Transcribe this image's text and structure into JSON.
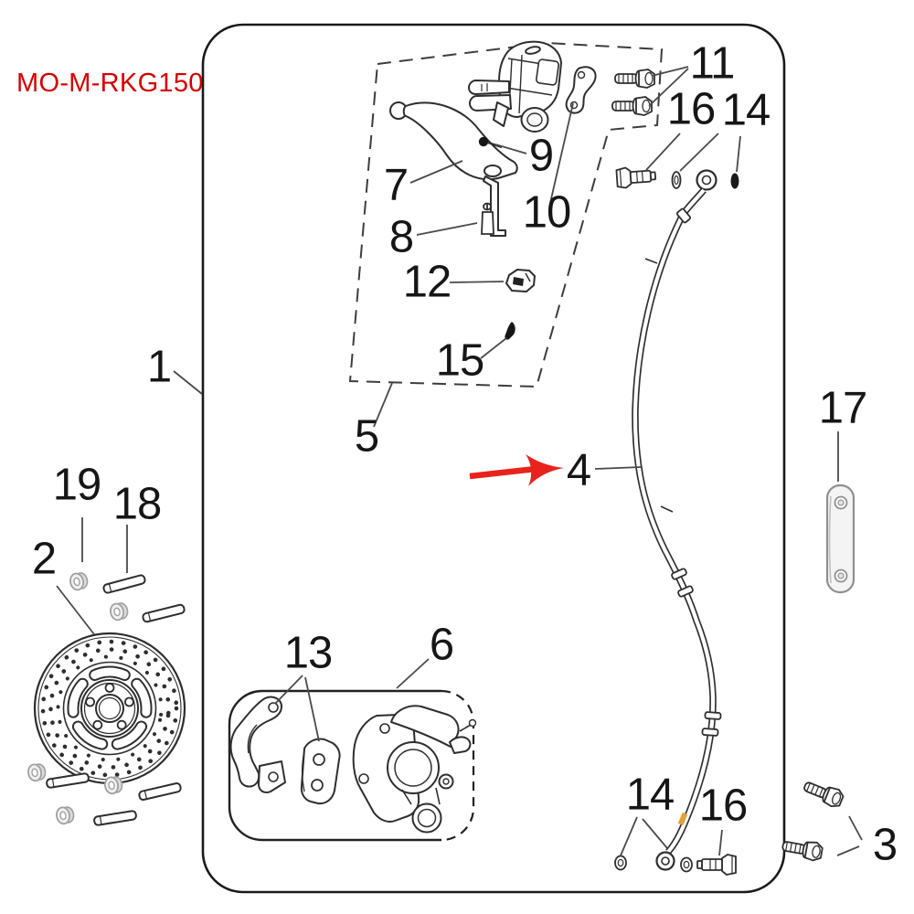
{
  "diagram": {
    "code": "MO-M-RKG150",
    "colors": {
      "code_text": "#d40000",
      "highlight_arrow": "#e8231c",
      "hose_band": "#dfa23c",
      "line_art": "#2e2e2e"
    },
    "labels": {
      "p1": "1",
      "p2": "2",
      "p3": "3",
      "p4": "4",
      "p5": "5",
      "p6": "6",
      "p7": "7",
      "p8": "8",
      "p9": "9",
      "p10": "10",
      "p11": "11",
      "p12": "12",
      "p13": "13",
      "p14_top": "14",
      "p14_bottom": "14",
      "p15": "15",
      "p16_top": "16",
      "p16_bottom": "16",
      "p17": "17",
      "p18": "18",
      "p19": "19"
    }
  }
}
